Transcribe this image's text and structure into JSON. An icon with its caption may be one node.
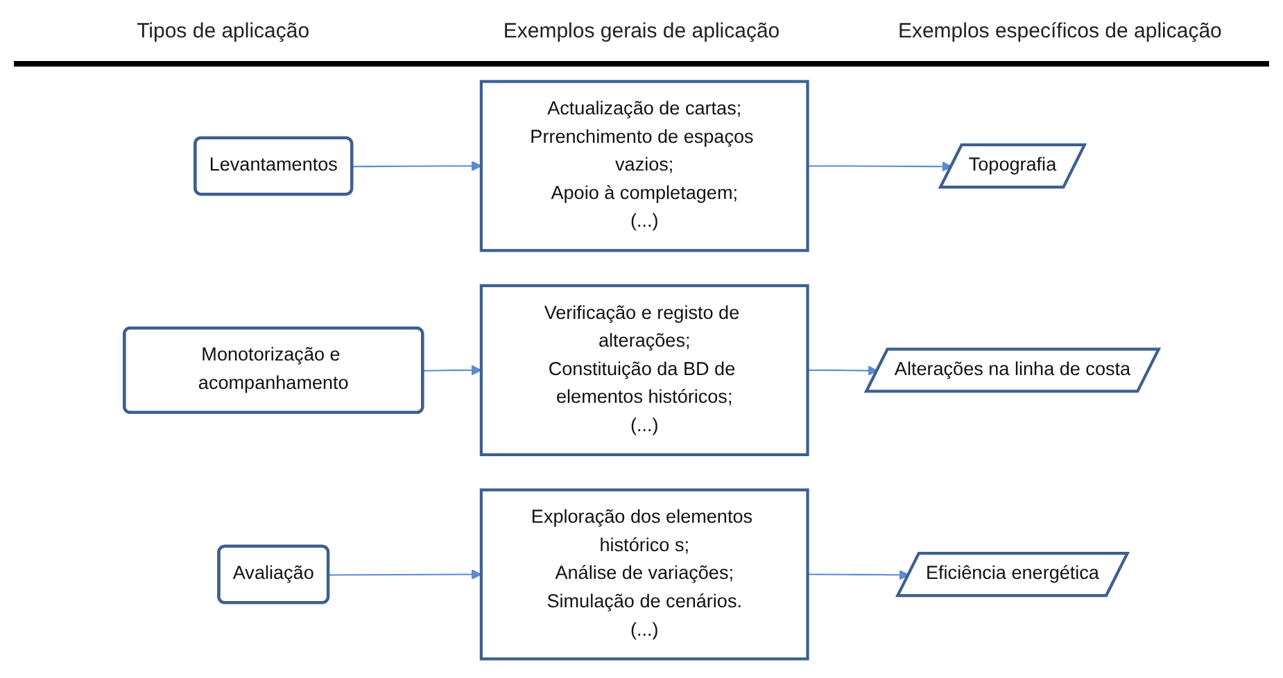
{
  "diagram": {
    "nodes": [
      {
        "text": [
          "Levantamentos"
        ]
      },
      {
        "text": [
          "Actualização de cartas;",
          "Prrenchimento de espaços vazios;",
          "Apoio à completagem;",
          "(...)"
        ]
      },
      {
        "text": [
          "Topografia"
        ]
      },
      {
        "text": [
          "Monotorização e acompanhamento"
        ]
      },
      {
        "text": [
          "Verificação e registo de alterações;",
          "Constituição da BD de elementos históricos;",
          "(...)"
        ]
      },
      {
        "text": [
          "Alterações na linha de costa"
        ]
      },
      {
        "text": [
          "Avaliação"
        ]
      },
      {
        "text": [
          "Exploração dos elementos histórico s;",
          "Análise de variações;",
          "Simulação de cenários.",
          "(...)"
        ]
      },
      {
        "text": [
          "Eficiência energética"
        ]
      }
    ],
    "edges": [
      {
        "from": 0,
        "to": 1,
        "arrow": "to"
      },
      {
        "from": 1,
        "to": 2,
        "arrow": "to"
      },
      {
        "from": 3,
        "to": 4,
        "arrow": "to"
      },
      {
        "from": 4,
        "to": 5,
        "arrow": "to"
      },
      {
        "from": 6,
        "to": 7,
        "arrow": "to"
      },
      {
        "from": 7,
        "to": 8,
        "arrow": "to"
      }
    ],
    "labels": [
      "Tipos de aplicação",
      "Exemplos gerais de aplicação",
      "Exemplos específicos de aplicação"
    ]
  }
}
